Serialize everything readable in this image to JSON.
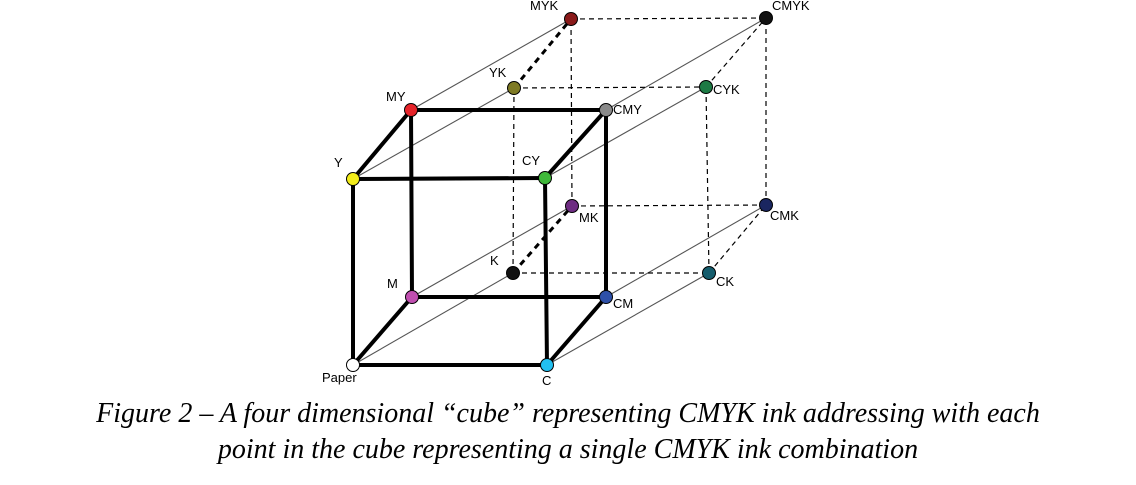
{
  "diagram": {
    "nodes": [
      {
        "id": "Paper",
        "label": "Paper",
        "color": "#ffffff"
      },
      {
        "id": "C",
        "label": "C",
        "color": "#22bff0"
      },
      {
        "id": "M",
        "label": "M",
        "color": "#c04fb0"
      },
      {
        "id": "CM",
        "label": "CM",
        "color": "#2e50a8"
      },
      {
        "id": "Y",
        "label": "Y",
        "color": "#f2ec1a"
      },
      {
        "id": "CY",
        "label": "CY",
        "color": "#3fb83a"
      },
      {
        "id": "MY",
        "label": "MY",
        "color": "#e6242a"
      },
      {
        "id": "CMY",
        "label": "CMY",
        "color": "#8a8a8a"
      },
      {
        "id": "K",
        "label": "K",
        "color": "#111111"
      },
      {
        "id": "CK",
        "label": "CK",
        "color": "#145c6c"
      },
      {
        "id": "MK",
        "label": "MK",
        "color": "#6e2c82"
      },
      {
        "id": "CMK",
        "label": "CMK",
        "color": "#1a2660"
      },
      {
        "id": "YK",
        "label": "YK",
        "color": "#7e7a24"
      },
      {
        "id": "CYK",
        "label": "CYK",
        "color": "#1d7a44"
      },
      {
        "id": "MYK",
        "label": "MYK",
        "color": "#8a1a1a"
      },
      {
        "id": "CMYK",
        "label": "CMYK",
        "color": "#111111"
      }
    ],
    "edges": [
      {
        "from": "Paper",
        "to": "C",
        "style": "solid"
      },
      {
        "from": "Paper",
        "to": "Y",
        "style": "solid"
      },
      {
        "from": "Paper",
        "to": "M",
        "style": "solid"
      },
      {
        "from": "C",
        "to": "CY",
        "style": "solid"
      },
      {
        "from": "C",
        "to": "CM",
        "style": "solid"
      },
      {
        "from": "Y",
        "to": "CY",
        "style": "solid"
      },
      {
        "from": "Y",
        "to": "MY",
        "style": "solid"
      },
      {
        "from": "M",
        "to": "MY",
        "style": "solid"
      },
      {
        "from": "M",
        "to": "CM",
        "style": "solid"
      },
      {
        "from": "MY",
        "to": "CMY",
        "style": "solid"
      },
      {
        "from": "CY",
        "to": "CMY",
        "style": "solid"
      },
      {
        "from": "CM",
        "to": "CMY",
        "style": "solid"
      },
      {
        "from": "K",
        "to": "CK",
        "style": "dashed"
      },
      {
        "from": "K",
        "to": "YK",
        "style": "dashed"
      },
      {
        "from": "K",
        "to": "MK",
        "style": "dashed-bold"
      },
      {
        "from": "CK",
        "to": "CYK",
        "style": "dashed"
      },
      {
        "from": "CK",
        "to": "CMK",
        "style": "dashed"
      },
      {
        "from": "YK",
        "to": "CYK",
        "style": "dashed"
      },
      {
        "from": "YK",
        "to": "MYK",
        "style": "dashed-bold"
      },
      {
        "from": "MK",
        "to": "MYK",
        "style": "dashed"
      },
      {
        "from": "MK",
        "to": "CMK",
        "style": "dashed"
      },
      {
        "from": "MYK",
        "to": "CMYK",
        "style": "dashed"
      },
      {
        "from": "CYK",
        "to": "CMYK",
        "style": "dashed"
      },
      {
        "from": "CMK",
        "to": "CMYK",
        "style": "dashed"
      },
      {
        "from": "Paper",
        "to": "K",
        "style": "thin"
      },
      {
        "from": "C",
        "to": "CK",
        "style": "thin"
      },
      {
        "from": "M",
        "to": "MK",
        "style": "thin"
      },
      {
        "from": "CM",
        "to": "CMK",
        "style": "thin"
      },
      {
        "from": "Y",
        "to": "YK",
        "style": "thin"
      },
      {
        "from": "CY",
        "to": "CYK",
        "style": "thin"
      },
      {
        "from": "MY",
        "to": "MYK",
        "style": "thin"
      },
      {
        "from": "CMY",
        "to": "CMYK",
        "style": "thin"
      }
    ]
  },
  "caption": {
    "line1": "Figure 2 – A four dimensional “cube” representing CMYK ink addressing with each",
    "line2": "point in the cube representing a single CMYK ink combination"
  }
}
